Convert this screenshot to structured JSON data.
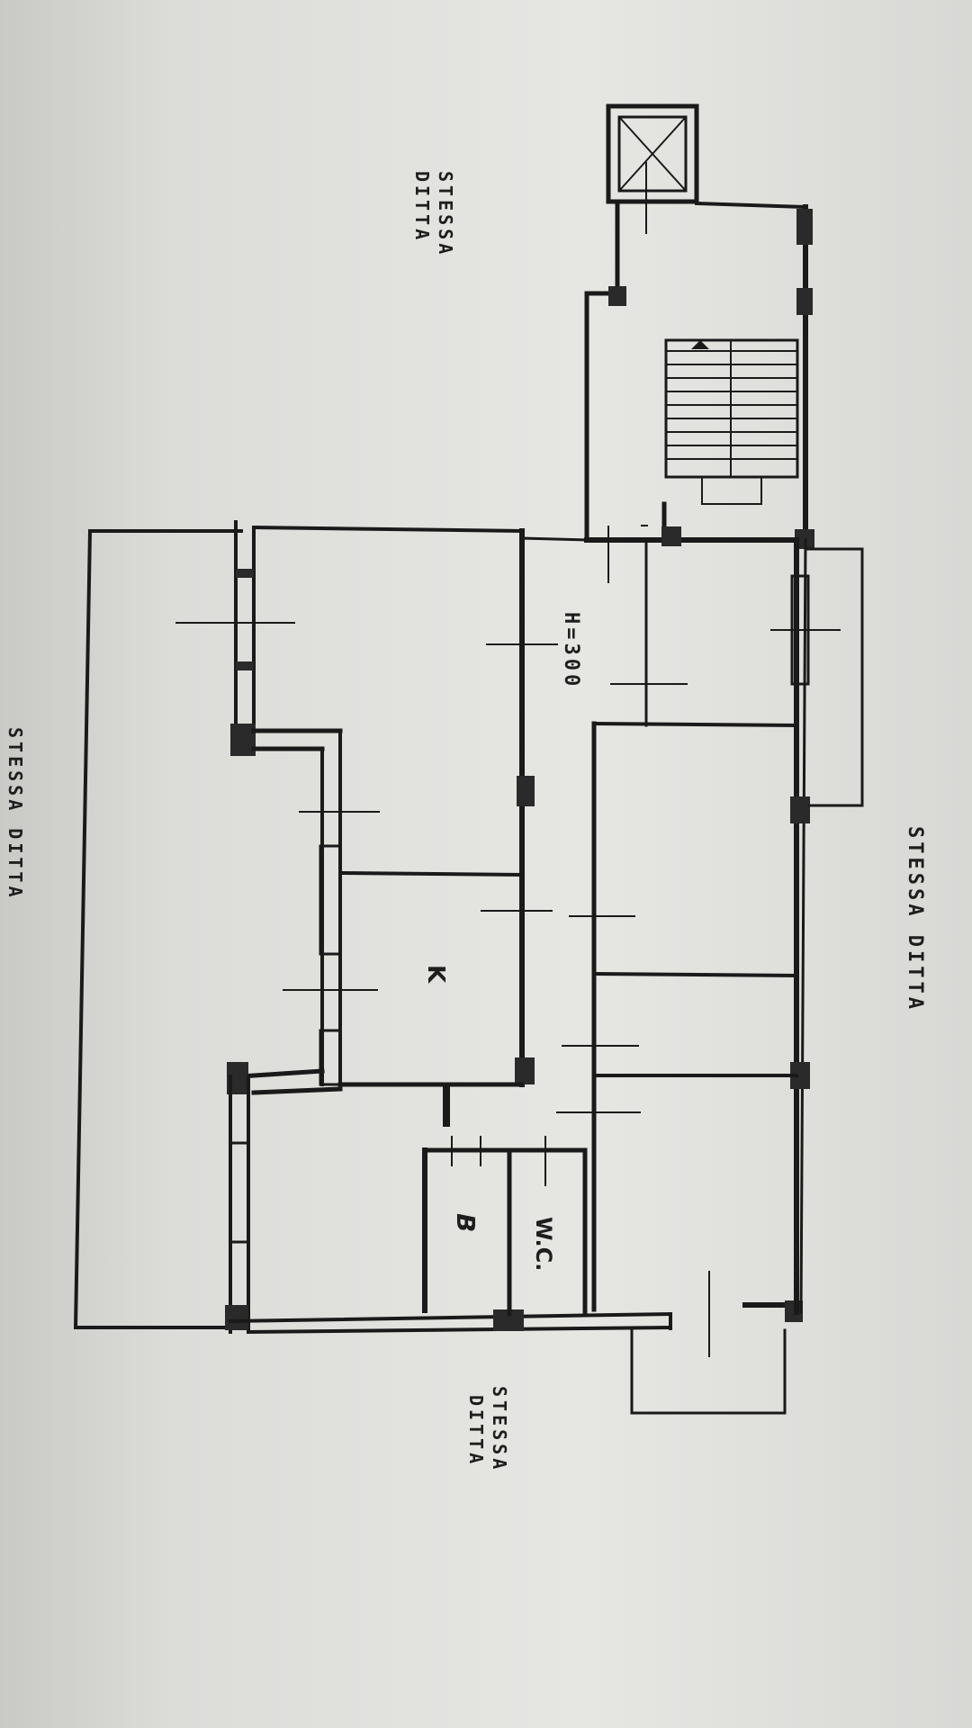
{
  "labels": {
    "stessa_ditta_top_line1": "STESSA",
    "stessa_ditta_top_line2": "DITTA",
    "stessa_ditta_right": "STESSA DITTA",
    "stessa_ditta_bottom_line1": "STESSA",
    "stessa_ditta_bottom_line2": "DITTA",
    "stessa_ditta_left": "STESSA DITTA",
    "ceiling_height": "H=300",
    "kitchen": "K",
    "bathroom": "B",
    "wc": "W.C."
  }
}
